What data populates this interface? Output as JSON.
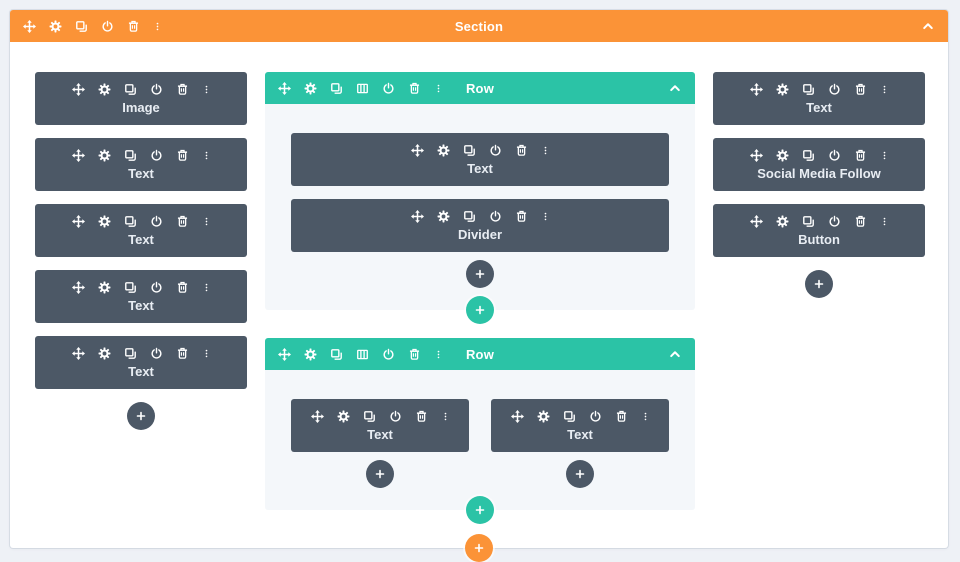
{
  "colors": {
    "section_accent": "#fb9337",
    "row_accent": "#2bc3a6",
    "module_bg": "#4c5866",
    "page_bg": "#eef1f6",
    "row_body_bg": "#f4f7fa"
  },
  "section": {
    "title": "Section",
    "toolbar_icons": [
      "move",
      "settings",
      "duplicate",
      "disable",
      "delete",
      "options"
    ],
    "collapse_icon": "chevron-up",
    "add_button": "+"
  },
  "row_toolbar_icons": [
    "move",
    "settings",
    "duplicate",
    "columns",
    "disable",
    "delete",
    "options"
  ],
  "module_toolbar_icons": [
    "move",
    "settings",
    "duplicate",
    "disable",
    "delete",
    "options"
  ],
  "columns": {
    "left": {
      "modules": [
        {
          "label": "Image"
        },
        {
          "label": "Text"
        },
        {
          "label": "Text"
        },
        {
          "label": "Text"
        },
        {
          "label": "Text"
        }
      ],
      "add_button": "+"
    },
    "middle": {
      "rows": [
        {
          "title": "Row",
          "modules": [
            {
              "label": "Text"
            },
            {
              "label": "Divider"
            }
          ],
          "add_module_button": "+",
          "add_row_button": "+"
        },
        {
          "title": "Row",
          "modules": [
            {
              "label": "Text"
            },
            {
              "label": "Text"
            }
          ],
          "add_module_button": "+",
          "add_row_button": "+"
        }
      ]
    },
    "right": {
      "modules": [
        {
          "label": "Text"
        },
        {
          "label": "Social Media Follow"
        },
        {
          "label": "Button"
        }
      ],
      "add_button": "+"
    }
  }
}
